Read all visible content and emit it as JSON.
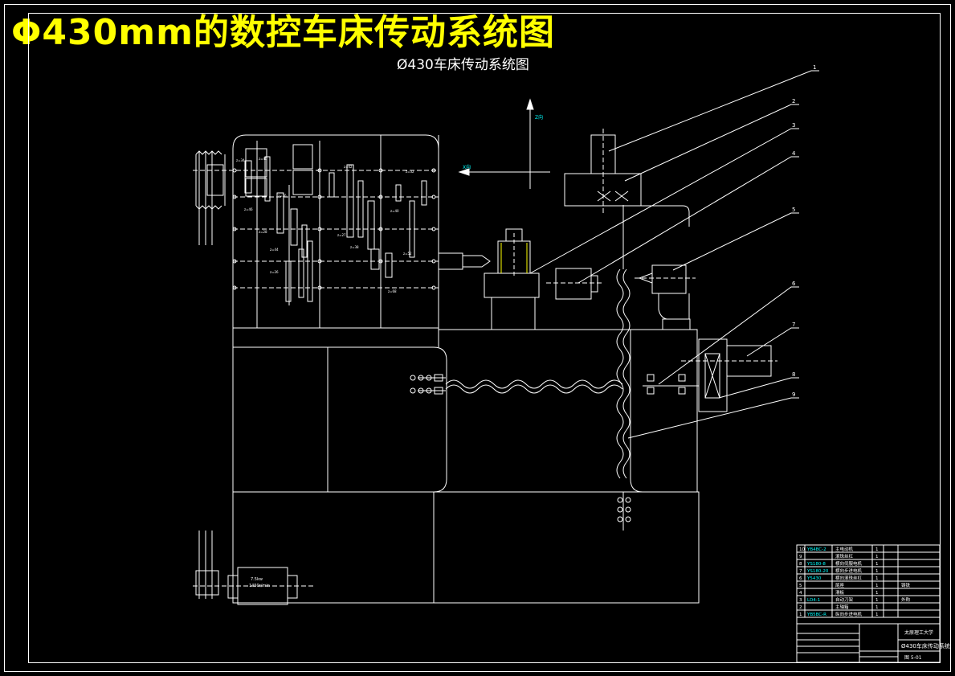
{
  "title": "Φ430mm的数控车床传动系统图",
  "subtitle": "Ø430车床传动系统图",
  "colors": {
    "background": "#000000",
    "line": "#ffffff",
    "title": "#ffff00",
    "accent_cyan": "#00ffff",
    "accent_yellow": "#ffff00"
  },
  "leaders": [
    "1",
    "2",
    "3",
    "4",
    "5",
    "6",
    "7",
    "8",
    "9"
  ],
  "axis_labels": {
    "z": "Z向",
    "x": "X向"
  },
  "title_block": {
    "parts": [
      {
        "no": "10",
        "code": "YB4BC-2",
        "name": "主电动机",
        "qty": "1",
        "note": ""
      },
      {
        "no": "9",
        "code": "",
        "name": "滚珠丝杠",
        "qty": "1",
        "note": ""
      },
      {
        "no": "8",
        "code": "YS180-8",
        "name": "横向伺服电机",
        "qty": "1",
        "note": ""
      },
      {
        "no": "7",
        "code": "YS180-20",
        "name": "横向步进电机",
        "qty": "1",
        "note": ""
      },
      {
        "no": "6",
        "code": "Y5430",
        "name": "横向滚珠丝杠",
        "qty": "1",
        "note": ""
      },
      {
        "no": "5",
        "code": "",
        "name": "尾座",
        "qty": "1",
        "note": "铸铁"
      },
      {
        "no": "4",
        "code": "",
        "name": "滑板",
        "qty": "1",
        "note": ""
      },
      {
        "no": "3",
        "code": "LD4-1",
        "name": "自动刀架",
        "qty": "1",
        "note": "外购"
      },
      {
        "no": "2",
        "code": "",
        "name": "主轴箱",
        "qty": "1",
        "note": ""
      },
      {
        "no": "1",
        "code": "YB5BC-R",
        "name": "纵向步进电机",
        "qty": "1",
        "note": ""
      }
    ],
    "school": "太原理工大学",
    "drawing_name": "Ø430车床传动系统",
    "drawing_no": "图 5-01"
  }
}
